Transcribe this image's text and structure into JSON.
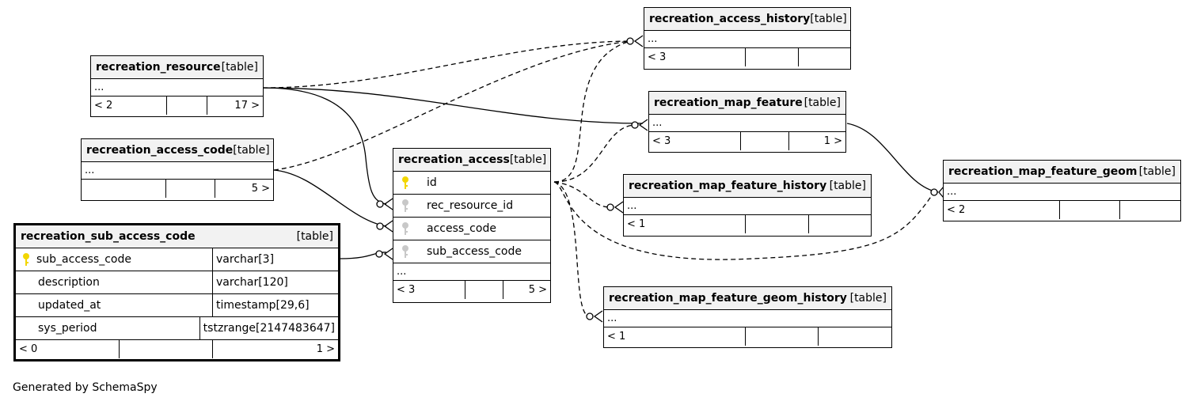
{
  "tables": {
    "recreation_access_history": {
      "name": "recreation_access_history",
      "kind": "[table]",
      "ellipsis": "...",
      "foot": [
        "< 3",
        "",
        ""
      ]
    },
    "recreation_resource": {
      "name": "recreation_resource",
      "kind": "[table]",
      "ellipsis": "...",
      "foot": [
        "< 2",
        "",
        "17 >"
      ]
    },
    "recreation_map_feature": {
      "name": "recreation_map_feature",
      "kind": "[table]",
      "ellipsis": "...",
      "foot": [
        "< 3",
        "",
        "1 >"
      ]
    },
    "recreation_access_code": {
      "name": "recreation_access_code",
      "kind": "[table]",
      "ellipsis": "...",
      "foot": [
        "",
        "",
        "5 >"
      ]
    },
    "recreation_access": {
      "name": "recreation_access",
      "kind": "[table]",
      "ellipsis": "...",
      "foot": [
        "< 3",
        "",
        "5 >"
      ],
      "columns": [
        "id",
        "rec_resource_id",
        "access_code",
        "sub_access_code"
      ]
    },
    "recreation_map_feature_history": {
      "name": "recreation_map_feature_history",
      "kind": "[table]",
      "ellipsis": "...",
      "foot": [
        "< 1",
        "",
        ""
      ]
    },
    "recreation_map_feature_geom": {
      "name": "recreation_map_feature_geom",
      "kind": "[table]",
      "ellipsis": "...",
      "foot": [
        "< 2",
        "",
        ""
      ]
    },
    "recreation_map_feature_geom_history": {
      "name": "recreation_map_feature_geom_history",
      "kind": "[table]",
      "ellipsis": "...",
      "foot": [
        "< 1",
        "",
        ""
      ]
    },
    "recreation_sub_access_code": {
      "name": "recreation_sub_access_code",
      "kind": "[table]",
      "foot": [
        "< 0",
        "",
        "1 >"
      ],
      "columns": [
        {
          "name": "sub_access_code",
          "type": "varchar[3]"
        },
        {
          "name": "description",
          "type": "varchar[120]"
        },
        {
          "name": "updated_at",
          "type": "timestamp[29,6]"
        },
        {
          "name": "sys_period",
          "type": "tstzrange[2147483647]"
        }
      ]
    }
  },
  "colors": {
    "primary_key": "#f2d600",
    "foreign_key": "#c8c8c8",
    "header_bg": "#f2f2f2"
  },
  "icons": {
    "primary_key": "key-icon",
    "foreign_key": "key-icon"
  },
  "footer": "Generated by SchemaSpy"
}
